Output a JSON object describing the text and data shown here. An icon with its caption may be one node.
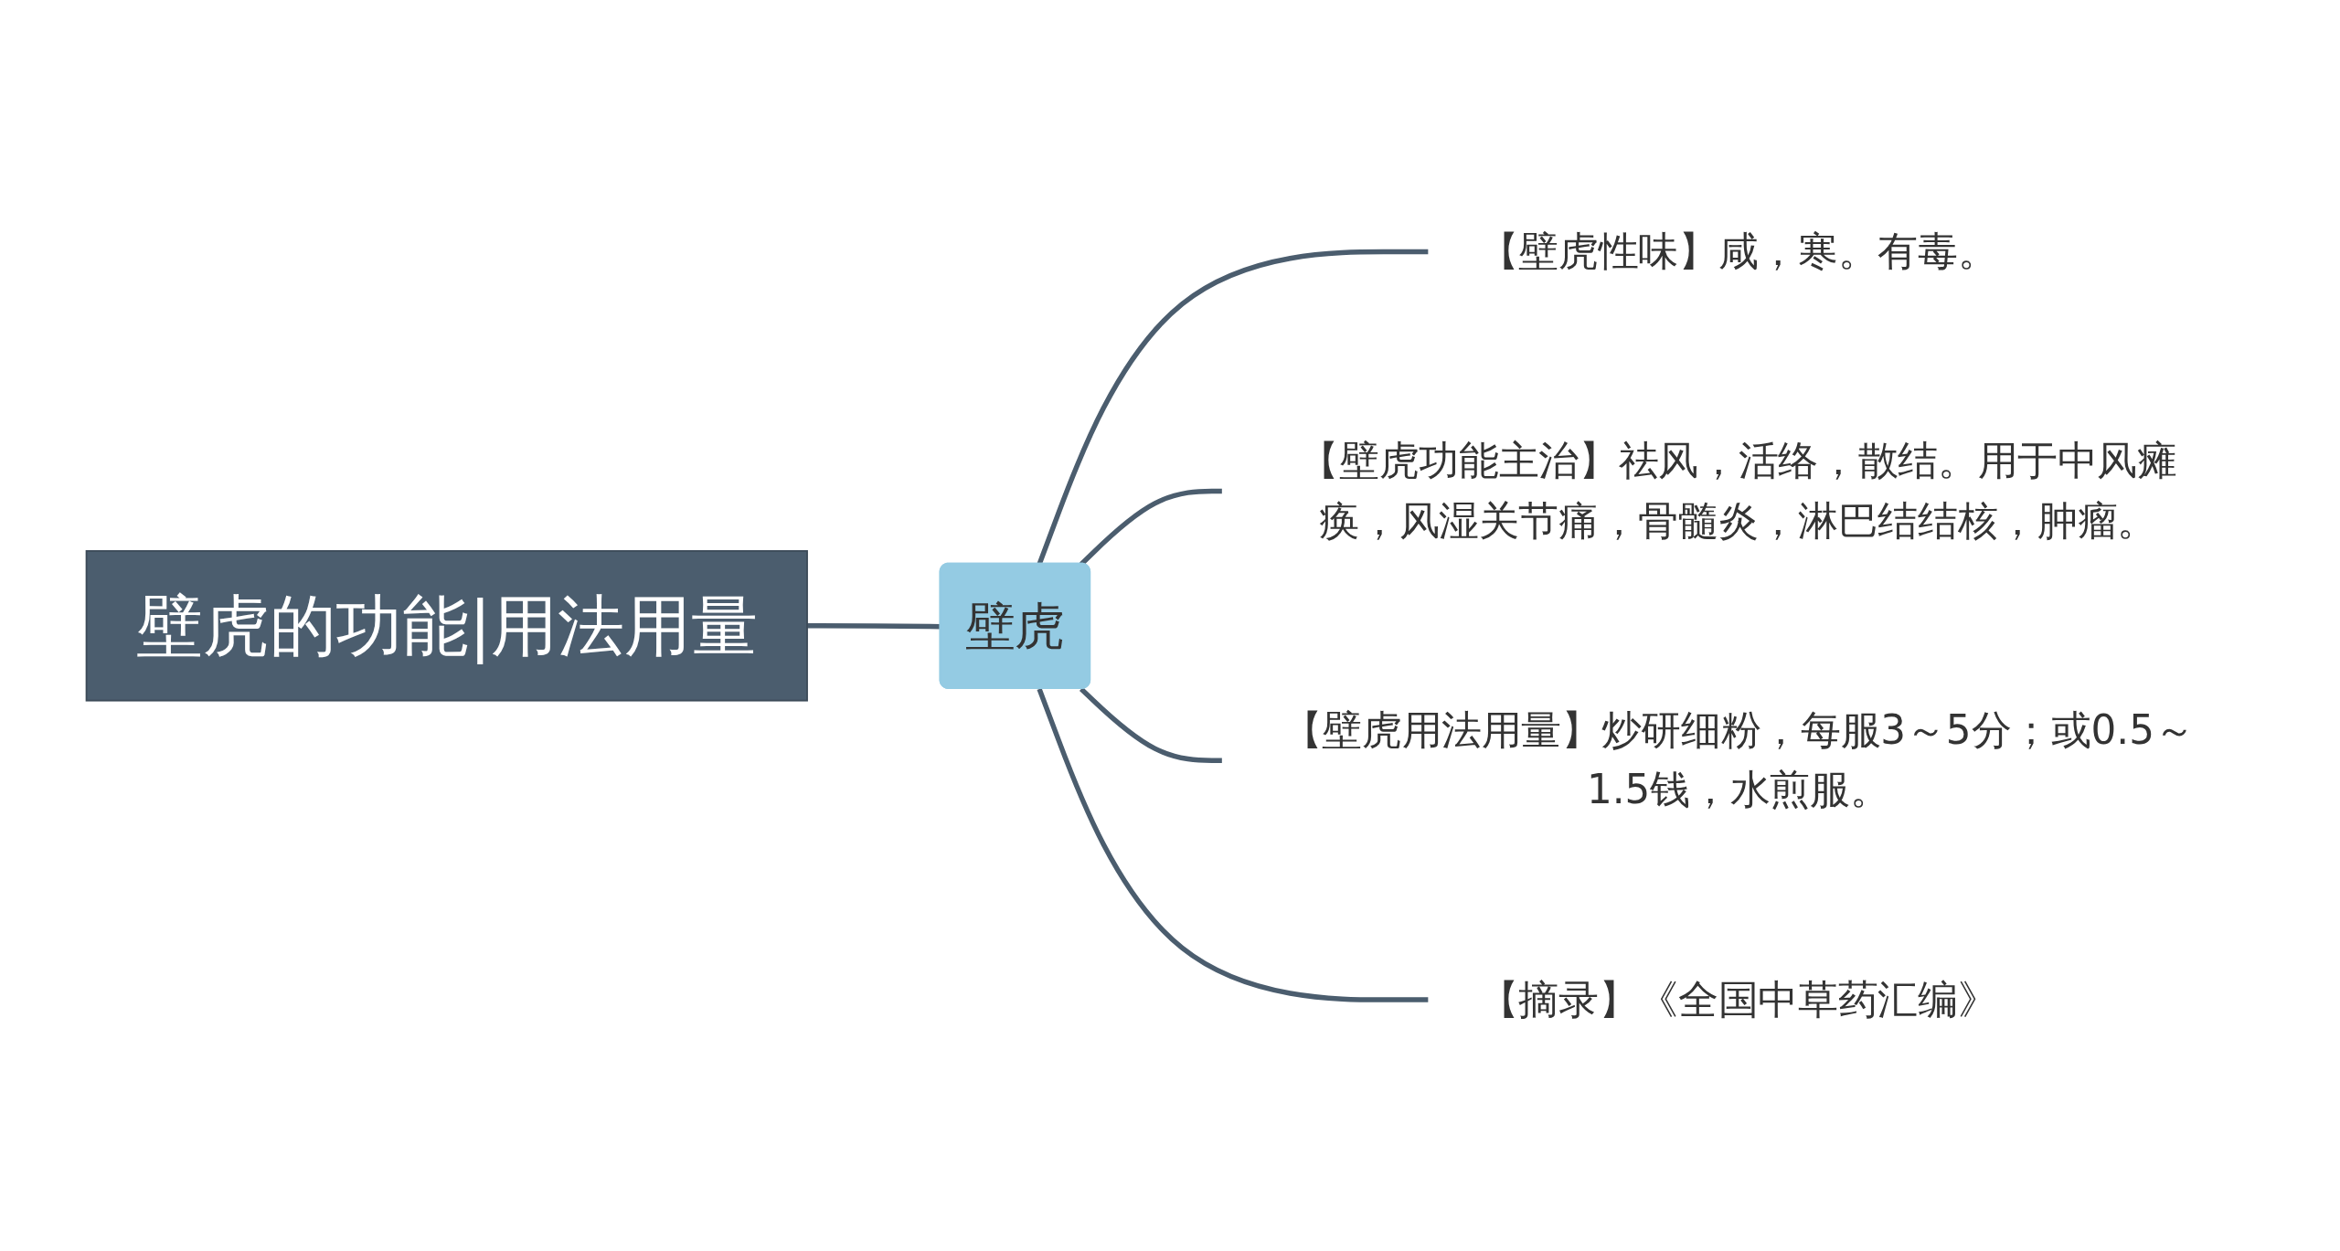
{
  "diagram": {
    "nodes": [
      {
        "text": [
          "壁虎的功能|用法用量"
        ]
      },
      {
        "text": [
          "壁虎"
        ]
      },
      {
        "text": [
          "【壁虎性味】咸，寒。有毒。"
        ]
      },
      {
        "text": [
          "【壁虎功能主治】祛风，活络，散结。用于中风瘫痪，风湿关节痛，骨髓炎，淋巴结结核，肿瘤。"
        ]
      },
      {
        "text": [
          "【壁虎用法用量】炒研细粉，每服3～5分；或0.5～1.5钱，水煎服。"
        ]
      },
      {
        "text": [
          "【摘录】《全国中草药汇编》"
        ]
      }
    ],
    "edges": [
      {
        "from": 0,
        "to": 1,
        "arrow": "none"
      },
      {
        "from": 1,
        "to": 2,
        "arrow": "none"
      },
      {
        "from": 1,
        "to": 3,
        "arrow": "none"
      },
      {
        "from": 1,
        "to": 4,
        "arrow": "none"
      },
      {
        "from": 1,
        "to": 5,
        "arrow": "none"
      }
    ]
  }
}
